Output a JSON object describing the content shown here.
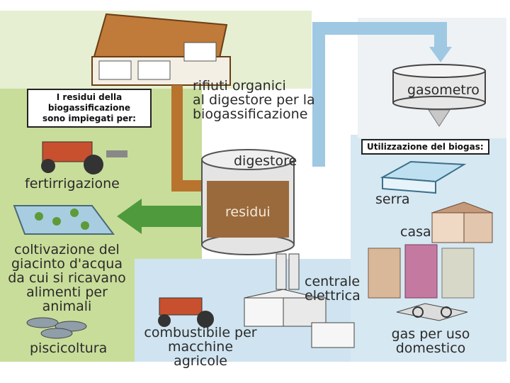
{
  "labels": {
    "residui_box": [
      "I residui della",
      "biogassificazione",
      "sono impiegati per:"
    ],
    "rifiuti": [
      "rifiuti organici",
      "al digestore per la",
      "biogassificazione"
    ],
    "gasometro": "gasometro",
    "utilizzazione": "Utilizzazione del biogas:",
    "digestore": "digestore",
    "residui": "residui",
    "fertirrigazione": "fertirrigazione",
    "coltivazione": [
      "coltivazione del",
      "giacinto d'acqua",
      "da cui si ricavano",
      "alimenti per animali"
    ],
    "piscicoltura": "piscicoltura",
    "serra": "serra",
    "casa": "casa",
    "centrale": [
      "centrale",
      "elettrica"
    ],
    "combustibile": [
      "combustibile per",
      "macchine agricole"
    ],
    "gas_uso": [
      "gas per uso",
      "domestico"
    ]
  },
  "colors": {
    "green_bg": "#c9dd9a",
    "blue_bg": "#cfe4f0",
    "pipe_brown": "#b8742e",
    "pipe_blue": "#9fc8e3",
    "arrow_green": "#4e9a3c",
    "tank": "#e4e4e4"
  },
  "icons": [
    "barn-icon",
    "tractor-icon",
    "greenhouse-icon",
    "house-icon",
    "power-plant-icon",
    "gas-stove-icon",
    "fish-icon",
    "water-hyacinth-icon",
    "gasometer-icon",
    "digester-tank-icon"
  ]
}
